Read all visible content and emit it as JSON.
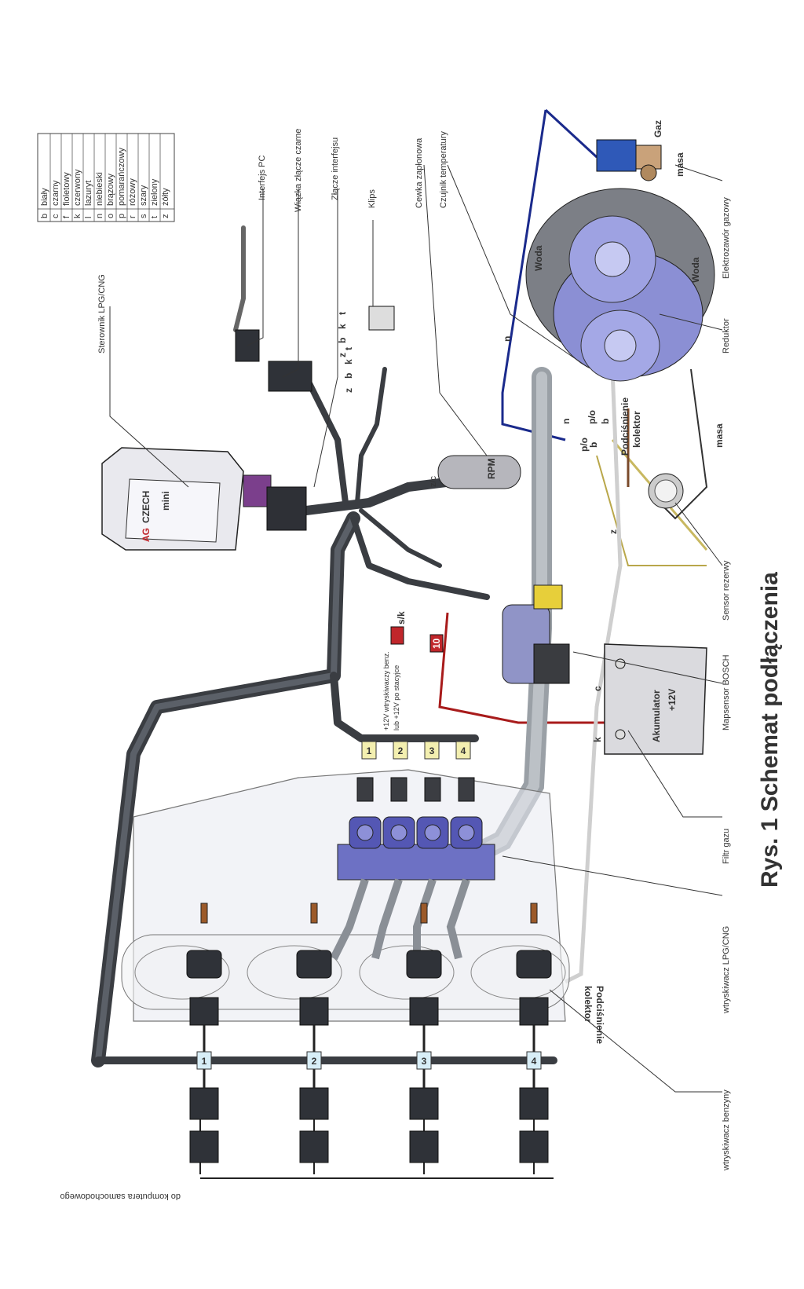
{
  "title": "Rys. 1  Schemat podłączenia",
  "legend": [
    {
      "code": "b",
      "name": "biały"
    },
    {
      "code": "c",
      "name": "czarny"
    },
    {
      "code": "f",
      "name": "fioletowy"
    },
    {
      "code": "k",
      "name": "czerwony"
    },
    {
      "code": "l",
      "name": "lazuryt"
    },
    {
      "code": "n",
      "name": "niebieski"
    },
    {
      "code": "o",
      "name": "brązowy"
    },
    {
      "code": "p",
      "name": "pomarańczowy"
    },
    {
      "code": "r",
      "name": "różowy"
    },
    {
      "code": "s",
      "name": "szary"
    },
    {
      "code": "t",
      "name": "zielony"
    },
    {
      "code": "z",
      "name": "żółty"
    }
  ],
  "components": {
    "sterownik": "Sterownik LPG/CNG",
    "interfejs_pc": "Interfejs PC",
    "wiazka": "Wiązka złącze czarne",
    "zlacze_interfejsu": "Złącze interfejsu",
    "klips": "Klips",
    "cewka": "Cewka zapłonowa",
    "czujnik_temp": "Czujnik temperatury",
    "elektrozawor": "Elektrozawór gazowy",
    "reduktor": "Reduktor",
    "sensor": "Sensor rezerwy",
    "mapsensor": "Mapsensor BOSCH",
    "filtr": "Filtr gazu",
    "wtryskiwacz_lpg": "wtryskiwacz LPG/CNG",
    "wtryskiwacz_benz": "wtryskiwacz benzyny",
    "komputer": "do komputera samochodowego"
  },
  "inline_labels": {
    "ecu_brand_ag": "AG",
    "ecu_brand_czech": "CZECH",
    "ecu_model": "mini",
    "gaz": "Gaz",
    "masa": "masa",
    "woda": "Woda",
    "podcisnienie": "Podciśnienie",
    "kolektor": "kolektor",
    "rpm": "RPM",
    "akumulator": "Akumulator",
    "voltage": "+12V",
    "fuse_sk": "s/k",
    "fuse_10": "10",
    "wtrysk_note_1": "+12V wtryskiwaczy benz.",
    "wtrysk_note_2": "lub +12V po stacyjce",
    "wire_n": "n",
    "wire_po": "p/o",
    "wire_b": "b",
    "wire_z": "z",
    "wire_c": "c",
    "wire_k": "k",
    "wire_zc": "z/c"
  },
  "klips_wires": [
    "z",
    "b",
    "k",
    "t"
  ],
  "lpg_numbers": [
    "1",
    "2",
    "3",
    "4"
  ],
  "petrol_numbers": [
    "1",
    "2",
    "3",
    "4"
  ]
}
